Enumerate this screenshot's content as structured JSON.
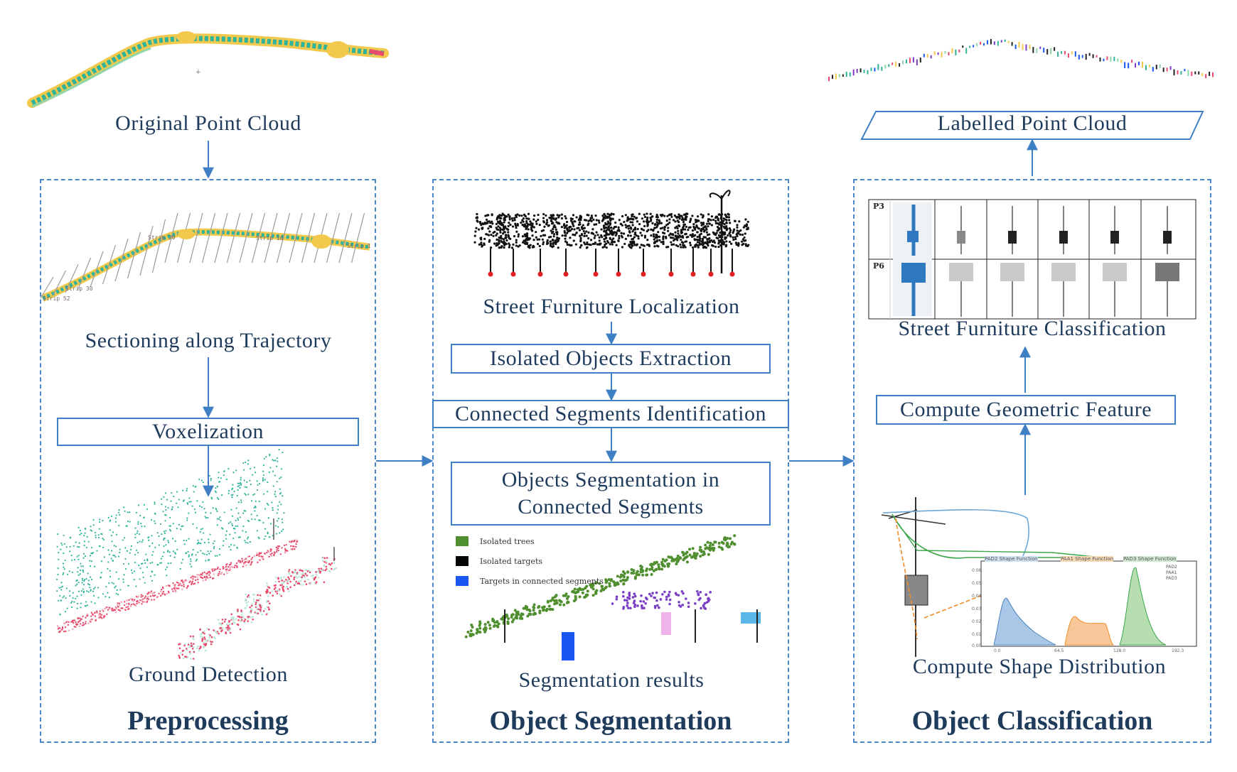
{
  "top": {
    "original": "Original Point Cloud",
    "labelled": "Labelled Point Cloud"
  },
  "preprocessing": {
    "title": "Preprocessing",
    "sectioning": "Sectioning along Trajectory",
    "voxelization": "Voxelization",
    "ground": "Ground Detection",
    "strips": [
      "Strip 52",
      "Strip 30",
      "Strip 20",
      "Strip 10",
      "Strip 1"
    ]
  },
  "segmentation": {
    "title": "Object Segmentation",
    "localization": "Street Furniture Localization",
    "isolated": "Isolated Objects Extraction",
    "connected": "Connected Segments Identification",
    "objects_seg": "Objects Segmentation in Connected Segments",
    "results": "Segmentation results",
    "legend": [
      {
        "label": "Isolated trees",
        "color": "#4f8f2f"
      },
      {
        "label": "Isolated targets",
        "color": "#050505"
      },
      {
        "label": "Targets in connected segments",
        "color": "#1a57f0"
      }
    ]
  },
  "classification": {
    "title": "Object Classification",
    "street_class": "Street Furniture Classification",
    "geometric": "Compute Geometric Feature",
    "shape": "Compute Shape Distribution",
    "rows": [
      "P3",
      "P6"
    ],
    "shape_fn_labels": [
      "PAD2 Shape Function",
      "PAA1 Shape Function",
      "PAD3 Shape Function"
    ],
    "chart_legend": [
      "PAD2",
      "PAA1",
      "PAD3"
    ],
    "y_ticks": [
      "0.06",
      "0.05",
      "0.04",
      "0.03",
      "0.02",
      "0.01",
      "0.00"
    ],
    "x_ticks": [
      "0.0",
      "64.5",
      "128.0",
      "192.3"
    ]
  },
  "colors": {
    "accent": "#3f7fc4",
    "text": "#1f3b5c",
    "tree": "#2fb39a",
    "ground": "#e84a6b",
    "road": "#f2c94c"
  }
}
